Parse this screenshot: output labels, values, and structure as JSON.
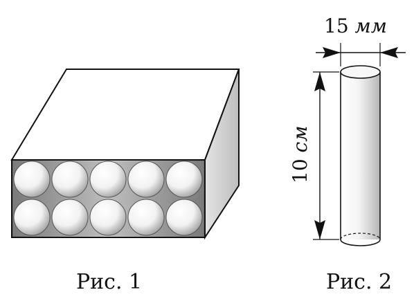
{
  "figure1": {
    "caption": "Рис. 1",
    "rows": 2,
    "columns": 5
  },
  "figure2": {
    "caption": "Рис. 2",
    "diameter": {
      "value": "15",
      "unit": "мм"
    },
    "length": {
      "value": "10",
      "unit": "см"
    }
  },
  "colors": {
    "line": "#111111",
    "top_face": "#ffffff",
    "side_face": "#c8c8c8",
    "front_back": "#9a9a9a"
  }
}
